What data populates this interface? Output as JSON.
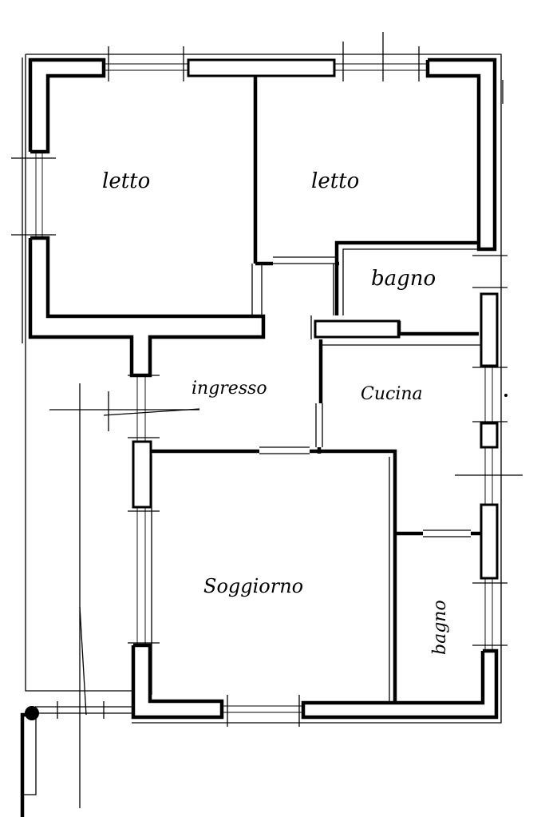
{
  "rooms": [
    {
      "key": "letto_1",
      "label": "letto"
    },
    {
      "key": "letto_2",
      "label": "letto"
    },
    {
      "key": "bagno_1",
      "label": "bagno"
    },
    {
      "key": "ingresso",
      "label": "ingresso"
    },
    {
      "key": "cucina",
      "label": "Cucina"
    },
    {
      "key": "soggiorno",
      "label": "Soggiorno"
    },
    {
      "key": "bagno_2",
      "label": "bagno"
    }
  ]
}
